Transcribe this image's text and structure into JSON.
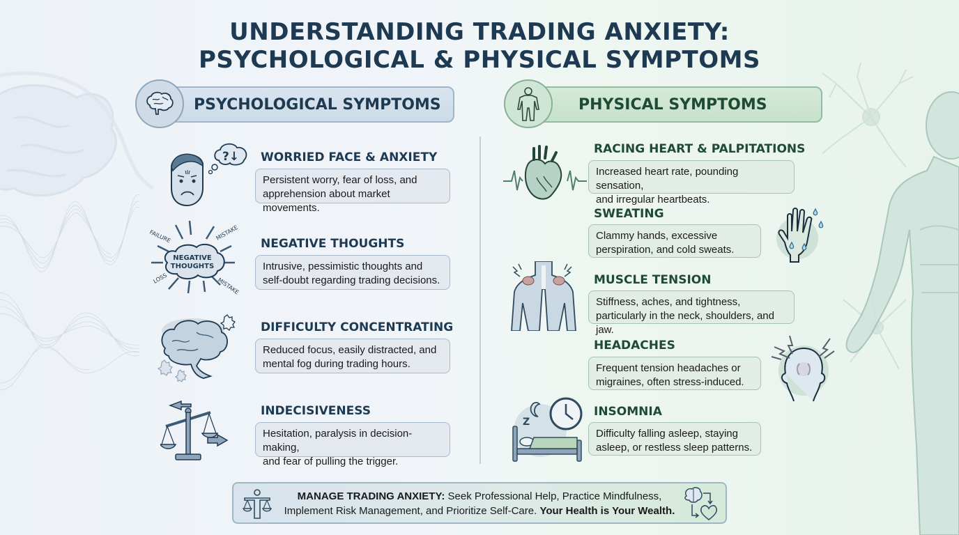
{
  "title": {
    "line1": "UNDERSTANDING TRADING ANXIETY:",
    "line2": "PSYCHOLOGICAL & PHYSICAL SYMPTOMS"
  },
  "psychological": {
    "header": "PSYCHOLOGICAL SYMPTOMS",
    "header_icon": "brain-icon",
    "items": [
      {
        "title": "WORRIED FACE & ANXIETY",
        "line1": "Persistent worry, fear of loss, and",
        "line2": "apprehension about market movements.",
        "icon": "worried-face-icon",
        "icon_text": "?↓"
      },
      {
        "title": "NEGATIVE THOUGHTS",
        "line1": "Intrusive, pessimistic thoughts and",
        "line2": "self-doubt regarding trading decisions.",
        "icon": "negative-thoughts-cloud-icon",
        "icon_text_1": "NEGATIVE",
        "icon_text_2": "THOUGHTS",
        "labels": [
          "FAILURE",
          "MISTAKE",
          "LOSS",
          "MISTAKE"
        ]
      },
      {
        "title": "DIFFICULTY CONCENTRATING",
        "line1": "Reduced focus, easily distracted, and",
        "line2": "mental fog during trading hours.",
        "icon": "foggy-brain-icon"
      },
      {
        "title": "INDECISIVENESS",
        "line1": "Hesitation, paralysis in decision-making,",
        "line2": "and fear of pulling the trigger.",
        "icon": "balance-scale-icon"
      }
    ]
  },
  "physical": {
    "header": "PHYSICAL SYMPTOMS",
    "header_icon": "human-body-icon",
    "items": [
      {
        "title": "RACING HEART & PALPITATIONS",
        "line1": "Increased heart rate, pounding sensation,",
        "line2": "and irregular heartbeats.",
        "icon": "heart-ecg-icon"
      },
      {
        "title": "SWEATING",
        "line1": "Clammy hands, excessive",
        "line2": "perspiration, and cold sweats.",
        "icon": "sweaty-hand-icon"
      },
      {
        "title": "MUSCLE TENSION",
        "line1": "Stiffness, aches, and tightness,",
        "line2": "particularly in the neck, shoulders, and jaw.",
        "icon": "tense-shoulders-icon"
      },
      {
        "title": "HEADACHES",
        "line1": "Frequent tension headaches or",
        "line2": "migraines, often stress-induced.",
        "icon": "headache-icon"
      },
      {
        "title": "INSOMNIA",
        "line1": "Difficulty falling asleep, staying",
        "line2": "asleep, or restless sleep patterns.",
        "icon": "bed-clock-icon",
        "icon_text": "Z"
      }
    ]
  },
  "footer": {
    "lead": "MANAGE TRADING ANXIETY:",
    "text1": " Seek Professional Help, Practice Mindfulness,",
    "text2": "Implement Risk Management, and Prioritize Self-Care. ",
    "closing": "Your Health is Your Wealth.",
    "left_icon": "person-scale-icon",
    "right_icon": "brain-heart-cycle-icon"
  },
  "colors": {
    "title": "#1e3a52",
    "psych_accent": "#1e3a52",
    "phys_accent": "#1f4a35",
    "psych_header_bg": "#d3dfeb",
    "phys_header_bg": "#cde5d2"
  }
}
